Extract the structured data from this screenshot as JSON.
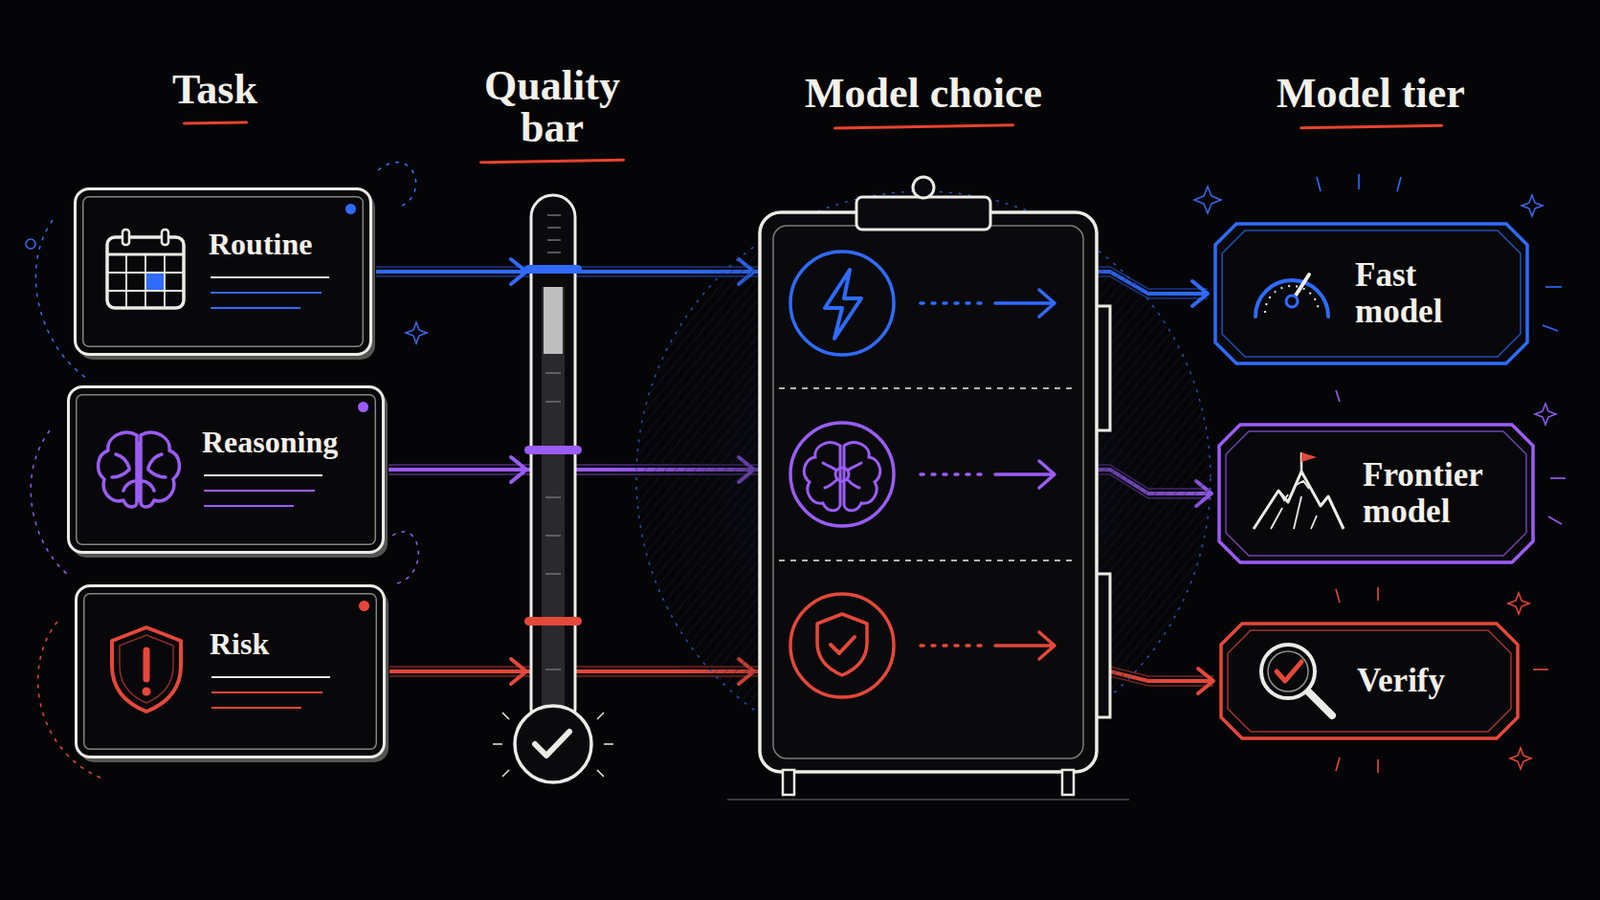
{
  "diagram": {
    "nodes": [
      {
        "text": [
          "Routine"
        ]
      },
      {
        "text": [
          "Reasoning"
        ]
      },
      {
        "text": [
          "Risk"
        ]
      },
      {
        "text": [
          "Fast model"
        ]
      },
      {
        "text": [
          "Frontier model"
        ]
      },
      {
        "text": [
          "Verify"
        ]
      }
    ],
    "edges": [
      {
        "from": 0,
        "to": 3,
        "arrow": "to"
      },
      {
        "from": 1,
        "to": 4,
        "arrow": "to"
      },
      {
        "from": 2,
        "to": 5,
        "arrow": "to"
      }
    ],
    "labels": [
      "Task",
      "Quality bar",
      "Model choice",
      "Model tier"
    ]
  }
}
